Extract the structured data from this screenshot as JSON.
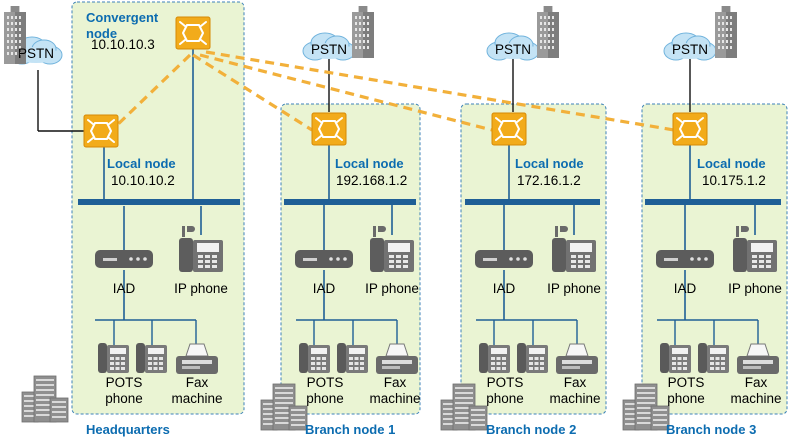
{
  "colors": {
    "site_fill": "#eaf4d3",
    "site_border": "#3c82b8",
    "node_fill": "#f2ab1a",
    "bus": "#1f5f96",
    "dashed_link": "#f2b03a",
    "label_blue": "#0c6cb0"
  },
  "headquarters": {
    "site_label": "Headquarters",
    "convergent_node_label": "Convergent\nnode",
    "convergent_node_ip": "10.10.10.3",
    "local_node_label": "Local node",
    "local_node_ip": "10.10.10.2",
    "pstn_label": "PSTN",
    "iad_label": "IAD",
    "ip_phone_label": "IP phone",
    "pots_label": "POTS\nphone",
    "fax_label": "Fax\nmachine"
  },
  "branches": [
    {
      "site_label": "Branch node 1",
      "local_node_label": "Local node",
      "local_node_ip": "192.168.1.2",
      "pstn_label": "PSTN",
      "iad_label": "IAD",
      "ip_phone_label": "IP phone",
      "pots_label": "POTS\nphone",
      "fax_label": "Fax\nmachine"
    },
    {
      "site_label": "Branch node 2",
      "local_node_label": "Local node",
      "local_node_ip": "172.16.1.2",
      "pstn_label": "PSTN",
      "iad_label": "IAD",
      "ip_phone_label": "IP phone",
      "pots_label": "POTS\nphone",
      "fax_label": "Fax\nmachine"
    },
    {
      "site_label": "Branch node 3",
      "local_node_label": "Local node",
      "local_node_ip": "10.175.1.2",
      "pstn_label": "PSTN",
      "iad_label": "IAD",
      "ip_phone_label": "IP phone",
      "pots_label": "POTS\nphone",
      "fax_label": "Fax\nmachine"
    }
  ],
  "icons": {
    "node": "switch-node-icon",
    "cloud": "pstn-cloud-icon",
    "building": "office-building-icon",
    "iad": "iad-device-icon",
    "ip_phone": "ip-phone-icon",
    "pots": "pots-phone-icon",
    "fax": "fax-machine-icon"
  }
}
